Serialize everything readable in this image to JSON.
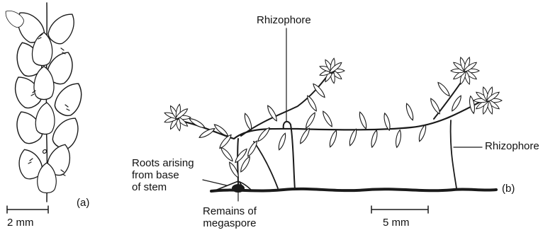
{
  "figure": {
    "panel_a": {
      "panel_label": "(a)",
      "scale_label": "2 mm"
    },
    "panel_b": {
      "panel_label": "(b)",
      "scale_label": "5 mm",
      "labels": {
        "rhizophore_top": "Rhizophore",
        "rhizophore_right": "Rhizophore",
        "roots_line1": "Roots arising",
        "roots_line2": "from base",
        "roots_line3": "of stem",
        "remains_line1": "Remains of",
        "remains_line2": "megaspore"
      }
    }
  }
}
